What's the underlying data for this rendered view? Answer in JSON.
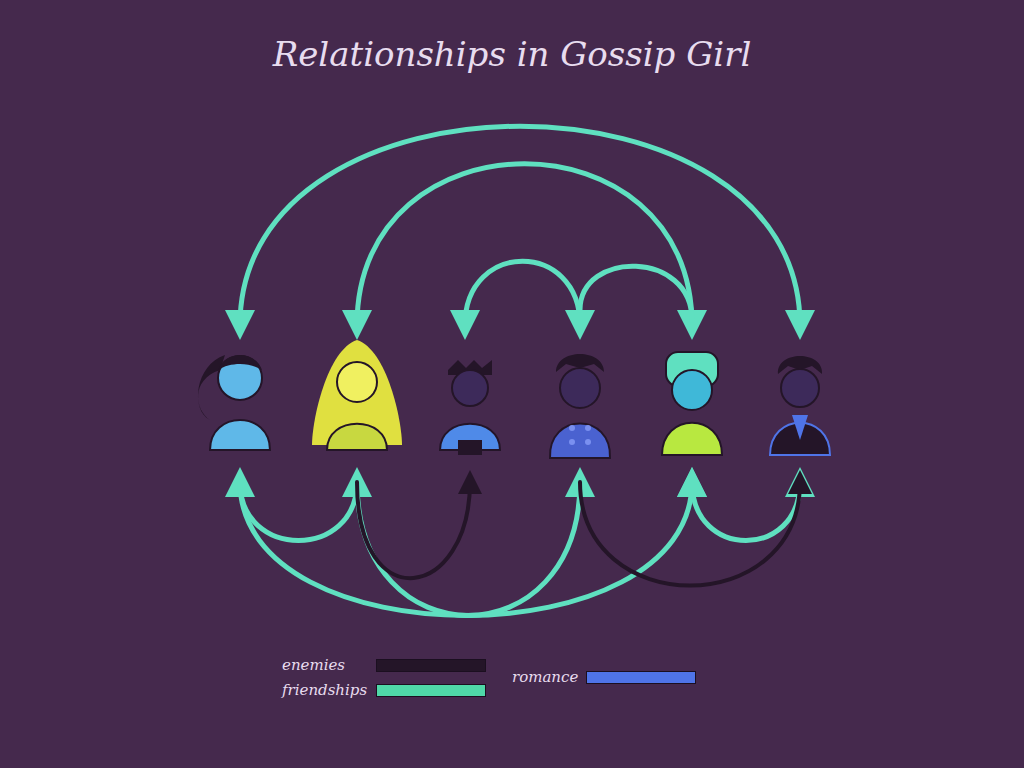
{
  "diagram": {
    "title": "Relationships in Gossip Girl",
    "legend": [
      {
        "text": "enemies",
        "color": "#241528"
      },
      {
        "text": "friendships",
        "color": "#4fd8a8"
      },
      {
        "text": "romance",
        "color": "#4f74e8"
      }
    ]
  }
}
